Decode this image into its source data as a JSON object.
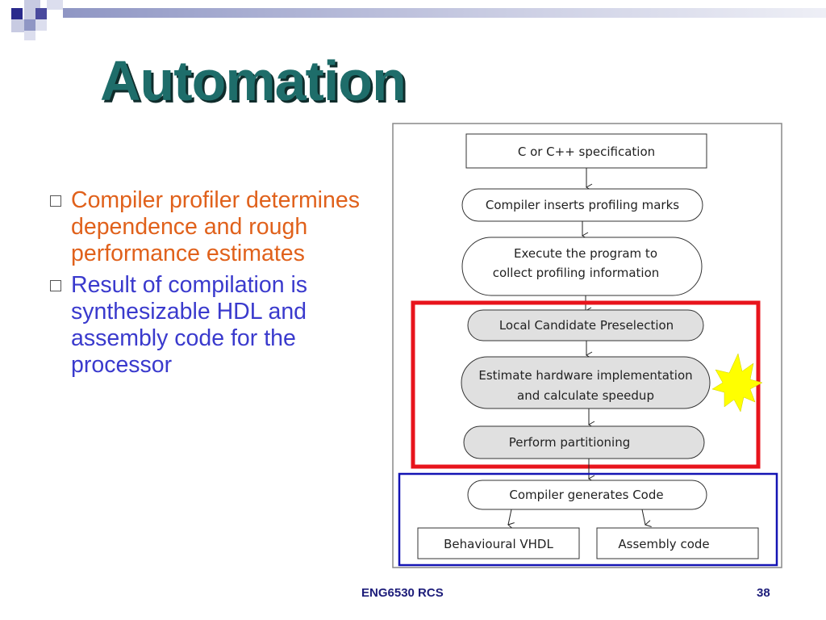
{
  "slide": {
    "title": "Automation",
    "bullets": [
      "Compiler profiler determines dependence and rough performance estimates",
      "Result of compilation is synthesizable HDL and assembly code for the processor"
    ],
    "footer": {
      "course": "ENG6530 RCS",
      "page": "38"
    }
  },
  "flow": {
    "spec": "C or C++ specification",
    "profiling_marks": "Compiler inserts profiling marks",
    "execute_1": "Execute the program to",
    "execute_2": "collect profiling information",
    "preselection": "Local Candidate Preselection",
    "estimate_1": "Estimate hardware implementation",
    "estimate_2": "and calculate speedup",
    "partitioning": "Perform partitioning",
    "codegen": "Compiler generates Code",
    "vhdl": "Behavioural VHDL",
    "assembly": "Assembly code"
  },
  "colors": {
    "title": "#1e6d6a",
    "bullet1": "#e0611b",
    "bullet2": "#3a3acd",
    "highlight_red": "#e8141c",
    "highlight_blue": "#1414b4",
    "starburst": "#ffff00",
    "node_gray": "#e0e0e0"
  }
}
